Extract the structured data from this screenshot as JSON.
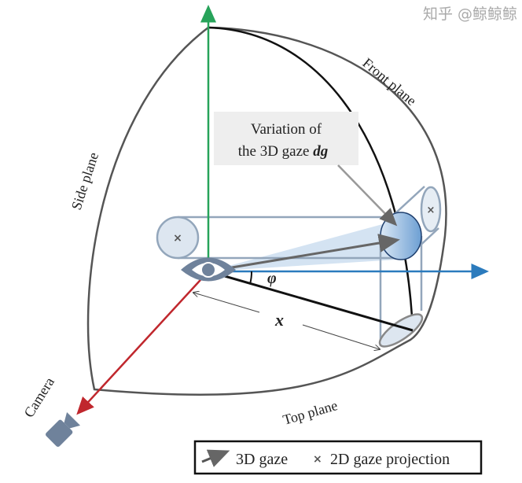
{
  "labels": {
    "front_plane": "Front plane",
    "side_plane": "Side plane",
    "top_plane": "Top plane",
    "camera": "Camera",
    "phi": "φ",
    "x": "x",
    "callout_line1": "Variation of",
    "callout_line2": "the 3D gaze ",
    "callout_symbol": "dg"
  },
  "legend": {
    "gaze_3d": "3D gaze",
    "gaze_2d": "2D gaze projection"
  },
  "watermark": "知乎 @鲸鲸鲸",
  "colors": {
    "vertical_axis": "#27a35a",
    "horizontal_axis": "#2b7bbd",
    "camera_axis": "#c0272d",
    "cylinder": "#93a6bb",
    "gaze_fill": "#c9dcef",
    "sphere": "#555555"
  }
}
